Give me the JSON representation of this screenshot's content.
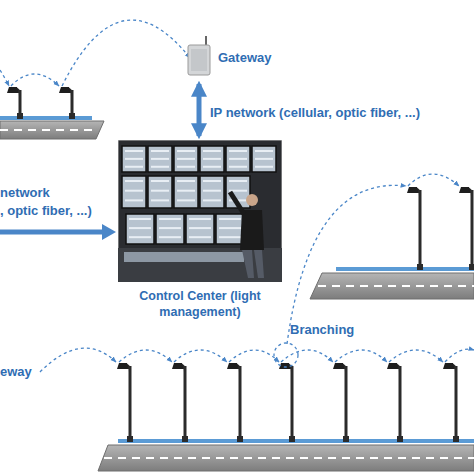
{
  "diagram": {
    "nodes": [
      {
        "text": [
          "Gateway"
        ]
      },
      {
        "text": [
          "Control Center (light management)"
        ]
      }
    ],
    "edges": [
      {
        "from": 0,
        "to": 1,
        "arrow": "both",
        "label": "IP network (cellular, optic fiber, ...)"
      }
    ],
    "labels": [
      "network",
      ", optic fiber, ...)",
      "Branching",
      "eway"
    ]
  }
}
